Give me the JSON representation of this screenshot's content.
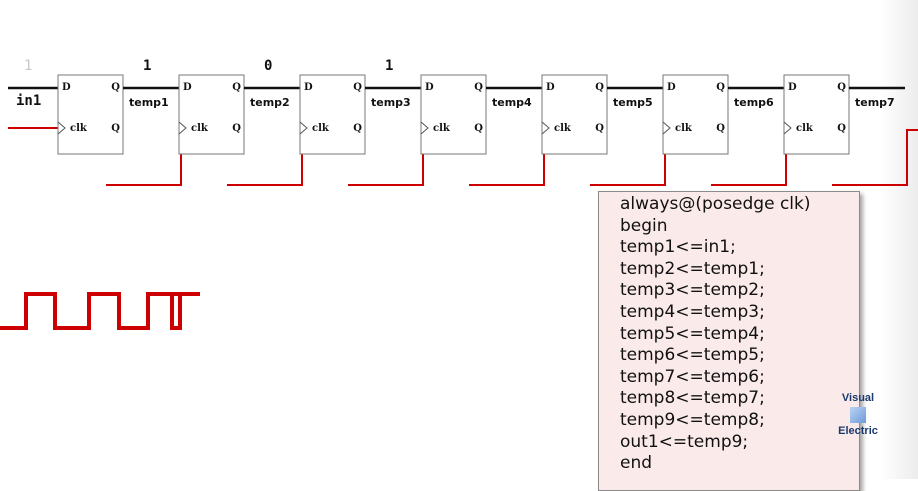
{
  "inputs": {
    "in1_label": "in1",
    "in1_value": "1"
  },
  "flipflops": [
    {
      "d": "D",
      "q": "Q",
      "clk": "clk",
      "qbar": "Q",
      "out_label": "temp1",
      "out_value": "1"
    },
    {
      "d": "D",
      "q": "Q",
      "clk": "clk",
      "qbar": "Q",
      "out_label": "temp2",
      "out_value": "0"
    },
    {
      "d": "D",
      "q": "Q",
      "clk": "clk",
      "qbar": "Q",
      "out_label": "temp3",
      "out_value": "1"
    },
    {
      "d": "D",
      "q": "Q",
      "clk": "clk",
      "qbar": "Q",
      "out_label": "temp4",
      "out_value": ""
    },
    {
      "d": "D",
      "q": "Q",
      "clk": "clk",
      "qbar": "Q",
      "out_label": "temp5",
      "out_value": ""
    },
    {
      "d": "D",
      "q": "Q",
      "clk": "clk",
      "qbar": "Q",
      "out_label": "temp6",
      "out_value": ""
    },
    {
      "d": "D",
      "q": "Q",
      "clk": "clk",
      "qbar": "Q",
      "out_label": "temp7",
      "out_value": ""
    }
  ],
  "code": {
    "lines": [
      "always@(posedge clk)",
      "begin",
      "temp1<=in1;",
      "temp2<=temp1;",
      "temp3<=temp2;",
      "temp4<=temp3;",
      "temp5<=temp4;",
      "temp6<=temp5;",
      "temp7<=temp6;",
      "temp8<=temp7;",
      "temp9<=temp8;",
      "out1<=temp9;",
      "end"
    ]
  },
  "brand": {
    "line1": "Visual",
    "line2": "Electric"
  },
  "colors": {
    "clock_waveform": "#cc0000",
    "wire": "#111111",
    "flipflop_fill": "#ffffff",
    "flipflop_border": "#777777",
    "code_bg": "#fbeaea"
  }
}
